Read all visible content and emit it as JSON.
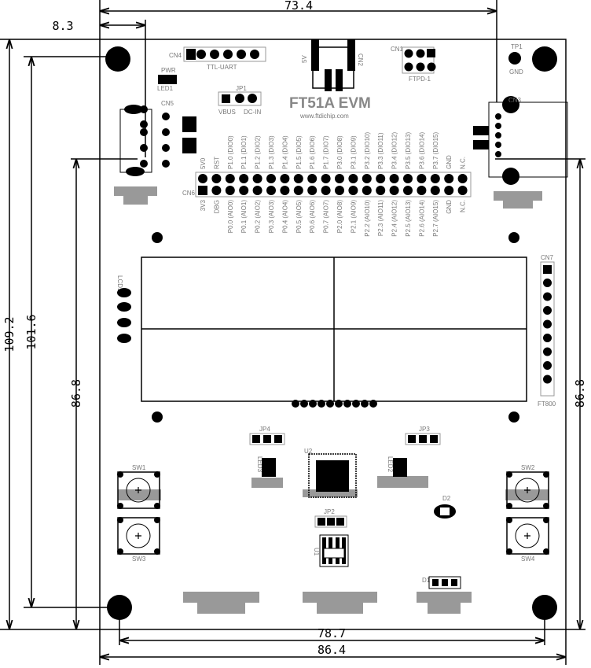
{
  "title": "FT51A EVM",
  "website": "www.ftdichip.com",
  "dimensions": {
    "top_width": "73.4",
    "top_offset": "8.3",
    "left_outer": "109.2",
    "left_inner": "101.6",
    "left_86": "86.8",
    "right_86": "86.8",
    "bottom_inner": "78.7",
    "bottom_outer": "86.4"
  },
  "components": {
    "cn4": "CN4",
    "ttl_uart": "TTL-UART",
    "pwr": "PWR",
    "led1": "LED1",
    "jp1": "JP1",
    "vbus": "VBUS",
    "dc_in": "DC-IN",
    "cn2": "CN2",
    "v5": "5V",
    "cn1": "CN1",
    "ftpd": "FTPD-1",
    "tp1": "TP1",
    "gnd": "GND",
    "cn5": "CN5",
    "cn3": "CN3",
    "cn6": "CN6",
    "cn7": "CN7",
    "ft800": "FT800",
    "lcd1": "LCD1",
    "jp4": "JP4",
    "jp3": "JP3",
    "jp2": "JP2",
    "u2": "U2",
    "sw1": "SW1",
    "sw2": "SW2",
    "sw3": "SW3",
    "sw4": "SW4",
    "d2": "D2",
    "d1": "D1",
    "led3": "LED3",
    "led2": "LED2",
    "u1": "U1"
  },
  "header": {
    "top_labels": [
      "5V0",
      "RST",
      "P1.0 (DIO0)",
      "P1.1 (DIO1)",
      "P1.2 (DIO2)",
      "P1.3 (DIO3)",
      "P1.4 (DIO4)",
      "P1.5 (DIO5)",
      "P1.6 (DIO6)",
      "P1.7 (DIO7)",
      "P3.0 (DIO8)",
      "P3.1 (DIO9)",
      "P3.2 (DIO10)",
      "P3.3 (DIO11)",
      "P3.4 (DIO12)",
      "P3.5 (DIO13)",
      "P3.6 (DIO14)",
      "P3.7 (DIO15)",
      "GND",
      "N.C."
    ],
    "bottom_labels": [
      "3V3",
      "DBG",
      "P0.0 (AIO0)",
      "P0.1 (AIO1)",
      "P0.2 (AIO2)",
      "P0.3 (AIO3)",
      "P0.4 (AIO4)",
      "P0.5 (AIO5)",
      "P0.6 (AIO6)",
      "P0.7 (AIO7)",
      "P2.0 (AIO8)",
      "P2.1 (AIO9)",
      "P2.2 (AIO10)",
      "P2.3 (AIO11)",
      "P2.4 (AIO12)",
      "P2.5 (AIO13)",
      "P2.6 (AIO14)",
      "P2.7 (AIO15)",
      "GND",
      "N.C."
    ]
  }
}
